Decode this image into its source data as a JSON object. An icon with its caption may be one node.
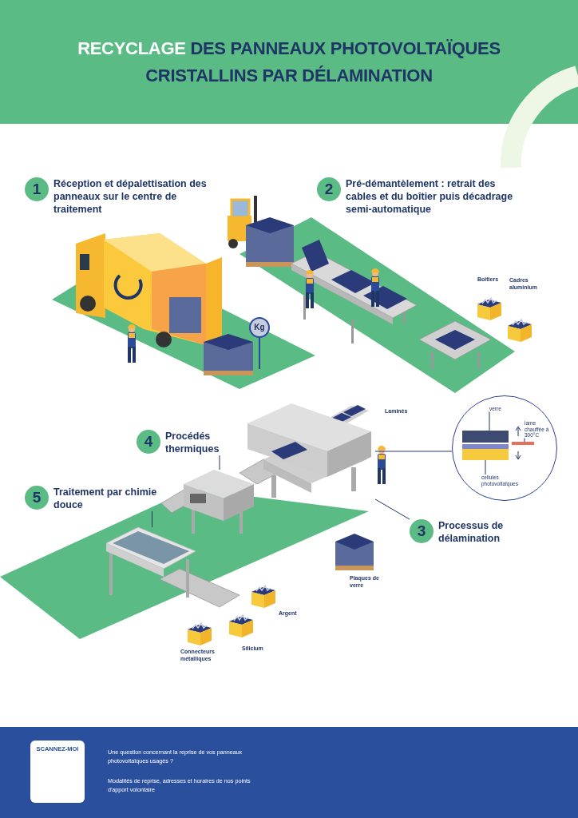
{
  "diagram": {
    "title": "RECYCLAGE DES PANNEAUX PHOTOVOLTAÏQUES CRISTALLINS PAR DÉLAMINATION",
    "nodes": [
      {
        "text": [
          "1",
          "Réception et dépalettisation des panneaux sur le centre de traitement"
        ]
      },
      {
        "text": [
          "2",
          "Pré-démantèlement : retrait des cables et du boîtier puis décadrage semi-automatique"
        ]
      },
      {
        "text": [
          "4",
          "Procédés thermiques"
        ]
      },
      {
        "text": [],
        "shape": "picture"
      },
      {
        "text": [
          "5",
          "Traitement par chimie douce"
        ]
      },
      {
        "text": [],
        "shape": "picture"
      },
      {
        "text": [
          "3",
          "Processus de délamination"
        ]
      },
      {
        "text": [],
        "shape": "picture"
      },
      {
        "text": [],
        "shape": "circle"
      },
      {
        "text": [
          "verre"
        ],
        "in": 8
      },
      {
        "text": [],
        "shape": "bar",
        "in": 8
      },
      {
        "text": [
          "lame chauffée à 300°C"
        ],
        "in": 8
      },
      {
        "text": [],
        "shape": "bar",
        "in": 8
      },
      {
        "text": [
          "cellules photovoltaïques"
        ],
        "in": 8
      },
      {
        "text": [],
        "shape": "bar",
        "in": 8
      }
    ],
    "edges": [
      {
        "from": 2,
        "to": 3,
        "arrow": "none"
      },
      {
        "from": 4,
        "to": 5,
        "arrow": "none"
      },
      {
        "from": 6,
        "to": 7,
        "arrow": "none"
      },
      {
        "from": 8,
        "to": 7,
        "arrow": "none"
      },
      {
        "from": 9,
        "to": 10,
        "arrow": "none"
      },
      {
        "from": 11,
        "to": 12,
        "arrow": "none"
      },
      {
        "from": 13,
        "to": 14,
        "arrow": "none"
      }
    ],
    "labels": [
      "Boîtiers",
      "Cadres aluminium",
      "Kg",
      "Laminés",
      "Plaques de verre",
      "Argent",
      "Connecteurs métalliques",
      "Silicium",
      "SCANNEZ-MOI",
      "Une question concernant la reprise de vos panneaux photovoltaïques usagés ?",
      "Modalités de reprise, adresses et horaires de nos points d'apport volontaire"
    ]
  }
}
